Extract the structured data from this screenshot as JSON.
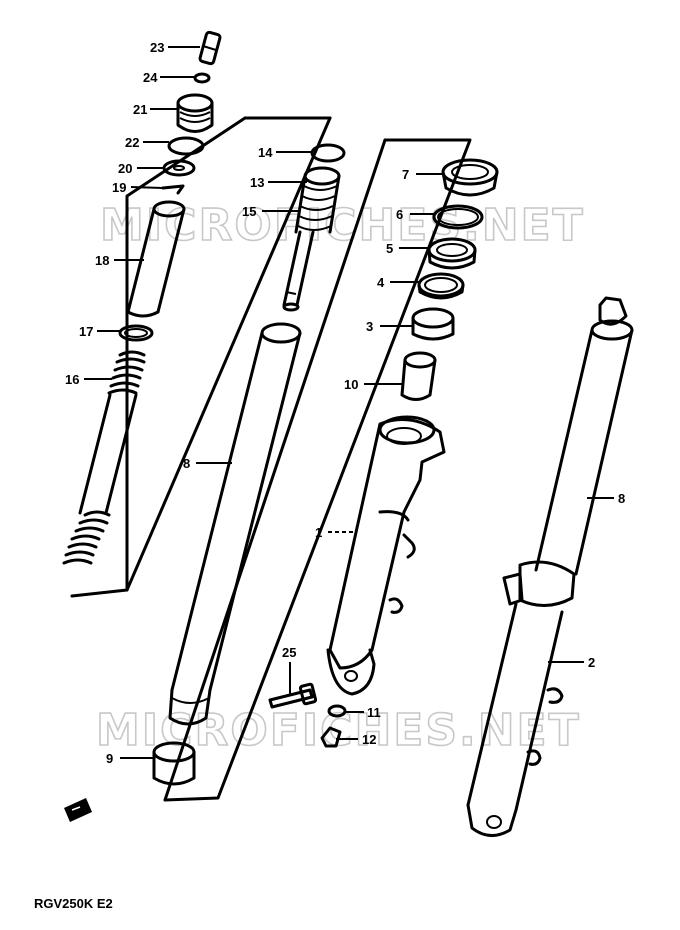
{
  "watermark": "MICROFICHES.NET",
  "footer_code": "RGV250K E2",
  "callouts": [
    {
      "id": "c23",
      "num": "23"
    },
    {
      "id": "c24",
      "num": "24"
    },
    {
      "id": "c21",
      "num": "21"
    },
    {
      "id": "c22",
      "num": "22"
    },
    {
      "id": "c20",
      "num": "20"
    },
    {
      "id": "c19",
      "num": "19"
    },
    {
      "id": "c18",
      "num": "18"
    },
    {
      "id": "c17",
      "num": "17"
    },
    {
      "id": "c16",
      "num": "16"
    },
    {
      "id": "c14",
      "num": "14"
    },
    {
      "id": "c13",
      "num": "13"
    },
    {
      "id": "c15",
      "num": "15"
    },
    {
      "id": "c8a",
      "num": "8"
    },
    {
      "id": "c9",
      "num": "9"
    },
    {
      "id": "c25",
      "num": "25"
    },
    {
      "id": "c7",
      "num": "7"
    },
    {
      "id": "c6",
      "num": "6"
    },
    {
      "id": "c5",
      "num": "5"
    },
    {
      "id": "c4",
      "num": "4"
    },
    {
      "id": "c3",
      "num": "3"
    },
    {
      "id": "c10",
      "num": "10"
    },
    {
      "id": "c1",
      "num": "1"
    },
    {
      "id": "c8b",
      "num": "8"
    },
    {
      "id": "c2",
      "num": "2"
    },
    {
      "id": "c11",
      "num": "11"
    },
    {
      "id": "c12",
      "num": "12"
    }
  ]
}
